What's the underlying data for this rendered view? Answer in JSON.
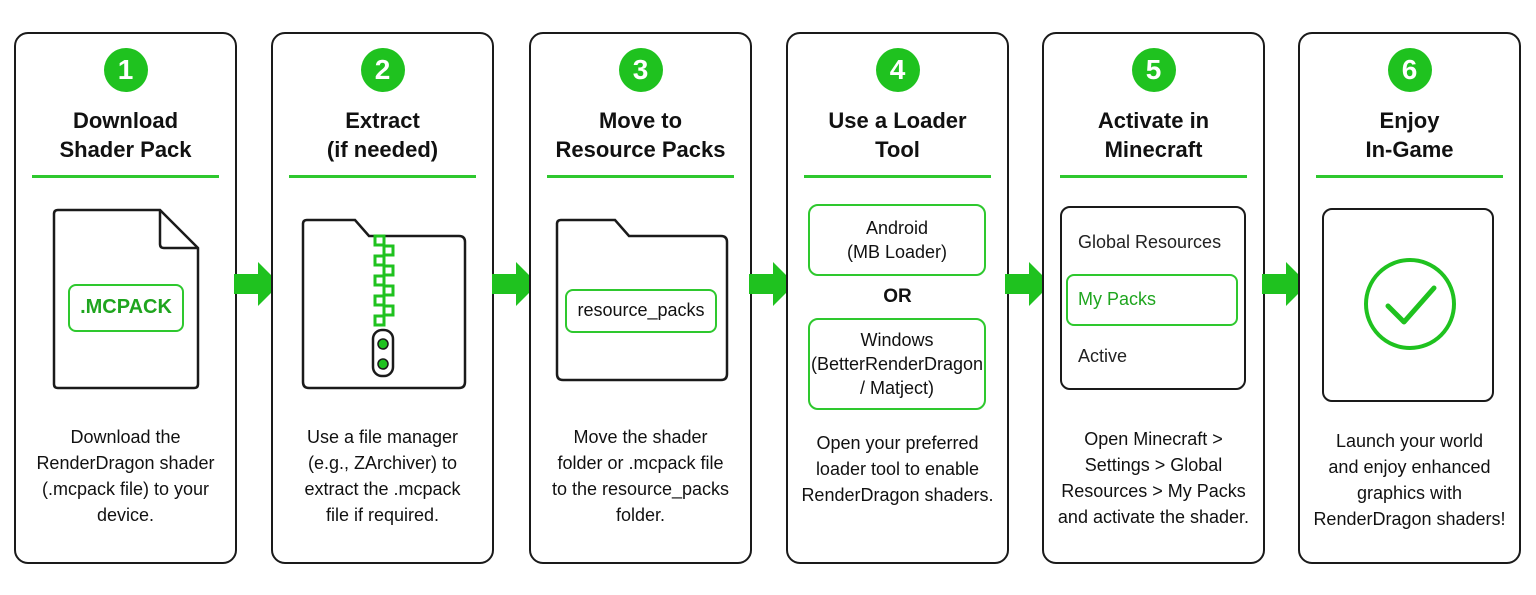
{
  "colors": {
    "accent": "#1fc21f",
    "accent_border": "#2ec82e",
    "outline": "#1a1a1a"
  },
  "steps": [
    {
      "number": "1",
      "title": "Download\nShader Pack",
      "file_label": ".MCPACK",
      "description": "Download the\nRenderDragon shader\n(.mcpack file) to your\ndevice."
    },
    {
      "number": "2",
      "title": "Extract\n(if needed)",
      "description": "Use a file manager\n(e.g., ZArchiver) to\nextract the .mcpack\nfile if required."
    },
    {
      "number": "3",
      "title": "Move to\nResource Packs",
      "folder_label": "resource_packs",
      "description": "Move the shader\nfolder or .mcpack file\nto the resource_packs\nfolder."
    },
    {
      "number": "4",
      "title": "Use a Loader\nTool",
      "option_android": "Android\n(MB Loader)",
      "or_label": "OR",
      "option_windows": "Windows\n(BetterRenderDragon\n/ Matject)",
      "description": "Open your preferred\nloader tool to enable\nRenderDragon shaders."
    },
    {
      "number": "5",
      "title": "Activate in\nMinecraft",
      "menu_items": [
        "Global Resources",
        "My Packs",
        "Active"
      ],
      "description": "Open Minecraft >\nSettings > Global\nResources > My Packs\nand activate the shader."
    },
    {
      "number": "6",
      "title": "Enjoy\nIn-Game",
      "description": "Launch your world\nand enjoy enhanced\ngraphics with\nRenderDragon shaders!"
    }
  ],
  "icons": [
    "file-icon",
    "zip-folder-icon",
    "folder-icon",
    "checkmark-icon",
    "arrow-right-icon"
  ]
}
